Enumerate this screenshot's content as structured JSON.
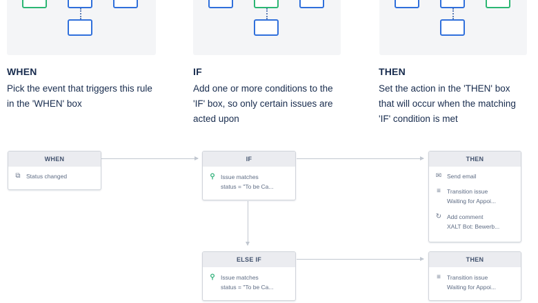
{
  "sections": [
    {
      "title": "WHEN",
      "description": "Pick the event that triggers this rule in the 'WHEN' box"
    },
    {
      "title": "IF",
      "description": "Add one or more conditions to the 'IF' box, so only certain issues are acted upon"
    },
    {
      "title": "THEN",
      "description": "Set the action in the 'THEN' box that will occur when the matching 'IF' condition is met"
    }
  ],
  "flow": {
    "when": {
      "header": "WHEN",
      "trigger": {
        "icon": "status-icon",
        "text": "Status changed"
      }
    },
    "if": {
      "header": "IF",
      "condition": {
        "icon": "search-icon",
        "line1": "Issue matches",
        "line2": "status = \"To be Ca..."
      }
    },
    "then": {
      "header": "THEN",
      "actions": [
        {
          "icon": "email-icon",
          "line1": "Send email"
        },
        {
          "icon": "transition-icon",
          "line1": "Transition issue",
          "line2": "Waiting for Appoi..."
        },
        {
          "icon": "comment-icon",
          "line1": "Add comment",
          "line2": "XALT Bot: Bewerb..."
        }
      ]
    },
    "else_if": {
      "header": "ELSE IF",
      "condition": {
        "icon": "search-icon",
        "line1": "Issue matches",
        "line2": "status = \"To be Ca..."
      }
    },
    "then2": {
      "header": "THEN",
      "actions": [
        {
          "icon": "transition-icon",
          "line1": "Transition issue",
          "line2": "Waiting for Appoi..."
        }
      ]
    }
  },
  "colors": {
    "accent_blue": "#2f6fdb",
    "accent_green": "#2bb673",
    "text": "#172b4d",
    "muted": "#5e6c84"
  }
}
